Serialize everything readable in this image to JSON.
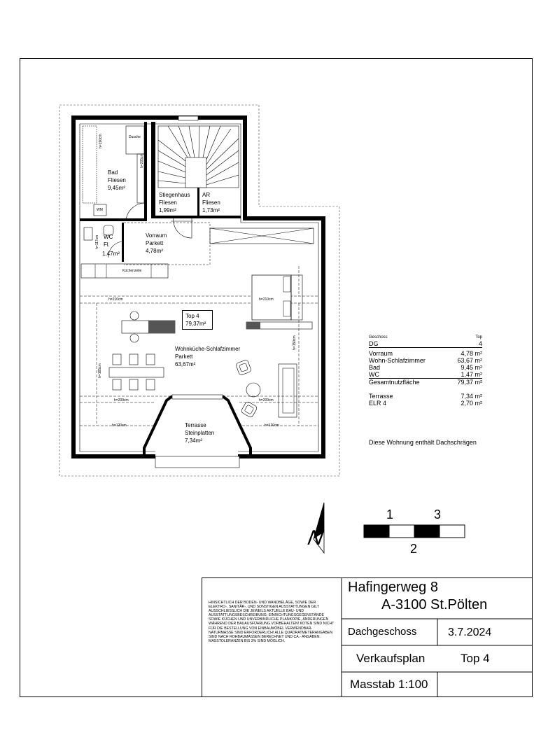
{
  "rooms": {
    "bad": {
      "name": "Bad",
      "floor": "Fliesen",
      "area": "9,45m²"
    },
    "dusche": "Dusche",
    "wm": "WM",
    "stiegenhaus": {
      "name": "Stiegenhaus",
      "floor": "Fliesen",
      "area": "1,99m²"
    },
    "ar": {
      "name": "AR",
      "floor": "Fliesen",
      "area": "1,73m²"
    },
    "wc": {
      "name": "WC",
      "floor": "Fl.",
      "area": "1,47m²"
    },
    "vorraum": {
      "name": "Vorraum",
      "floor": "Parkett",
      "area": "4,78m²"
    },
    "kuechenzeile": "Küchenzeile",
    "top": {
      "name": "Top 4",
      "area": "79,37m²"
    },
    "wohn": {
      "name": "Wohnküche-Schlafzimmer",
      "floor": "Parkett",
      "area": "63,67m²"
    },
    "terrasse": {
      "name": "Terrasse",
      "floor": "Steinplatten",
      "area": "7,34m²"
    }
  },
  "heights": {
    "h190_bad": "h=190cm",
    "h205": "h=205cm",
    "h117": "h=117cm",
    "h210_left": "h=210cm",
    "h210_right": "h=210cm",
    "h150": "h=150cm",
    "h165": "h=165cm",
    "h209_left": "h=209cm",
    "h209_right": "h=209cm",
    "h120_left": "h=120cm",
    "h120_right": "h=120cm"
  },
  "area_table": {
    "col_geschoss": "Geschoss",
    "col_top": "Top",
    "geschoss": "DG",
    "top": "4",
    "rows": [
      {
        "label": "Vorraum",
        "value": "4,78 m²"
      },
      {
        "label": "Wohn-Schlafzimmer",
        "value": "63,67 m²"
      },
      {
        "label": "Bad",
        "value": "9,45 m²"
      },
      {
        "label": "WC",
        "value": "1,47 m²"
      }
    ],
    "total_label": "Gesamtnutzfläche",
    "total_value": "79,37 m²",
    "extra": [
      {
        "label": "Terrasse",
        "value": "7,34 m²"
      },
      {
        "label": "ELR 4",
        "value": "2,70 m²"
      }
    ],
    "note": "Diese Wohnung enthält Dachschrägen"
  },
  "scale_bar": {
    "n1": "1",
    "n2": "2",
    "n3": "3"
  },
  "north": "N",
  "title_block": {
    "street": "Hafingerweg 8",
    "city": "A-3100 St.Pölten",
    "floor": "Dachgeschoss",
    "date": "3.7.2024",
    "plan_type": "Verkaufsplan",
    "unit": "Top 4",
    "scale": "Masstab 1:100",
    "disclaimer": "Hinsichtlich der Boden- und Wandbeläge, sowie der Elektro-, Sanitär-, und sonstigen Ausstattungen gilt ausschließlich die jeweils aktuelle Bau- und Ausstattungsbeschreibung; Einrichtungsgegenstände sowie Küchen und unverbindliche Plankopie, Änderungen während der Bauausführung vorbehalten! Koten sind nicht für die Bestellung von Einbaumöbel verwendbar- Naturmasse sind erforderlich! Alle Quadratmeterangaben sind nach Rohbaumassen berechnet und ca.- Angaben. Masstoleranzen bis 3% sind möglich."
  }
}
